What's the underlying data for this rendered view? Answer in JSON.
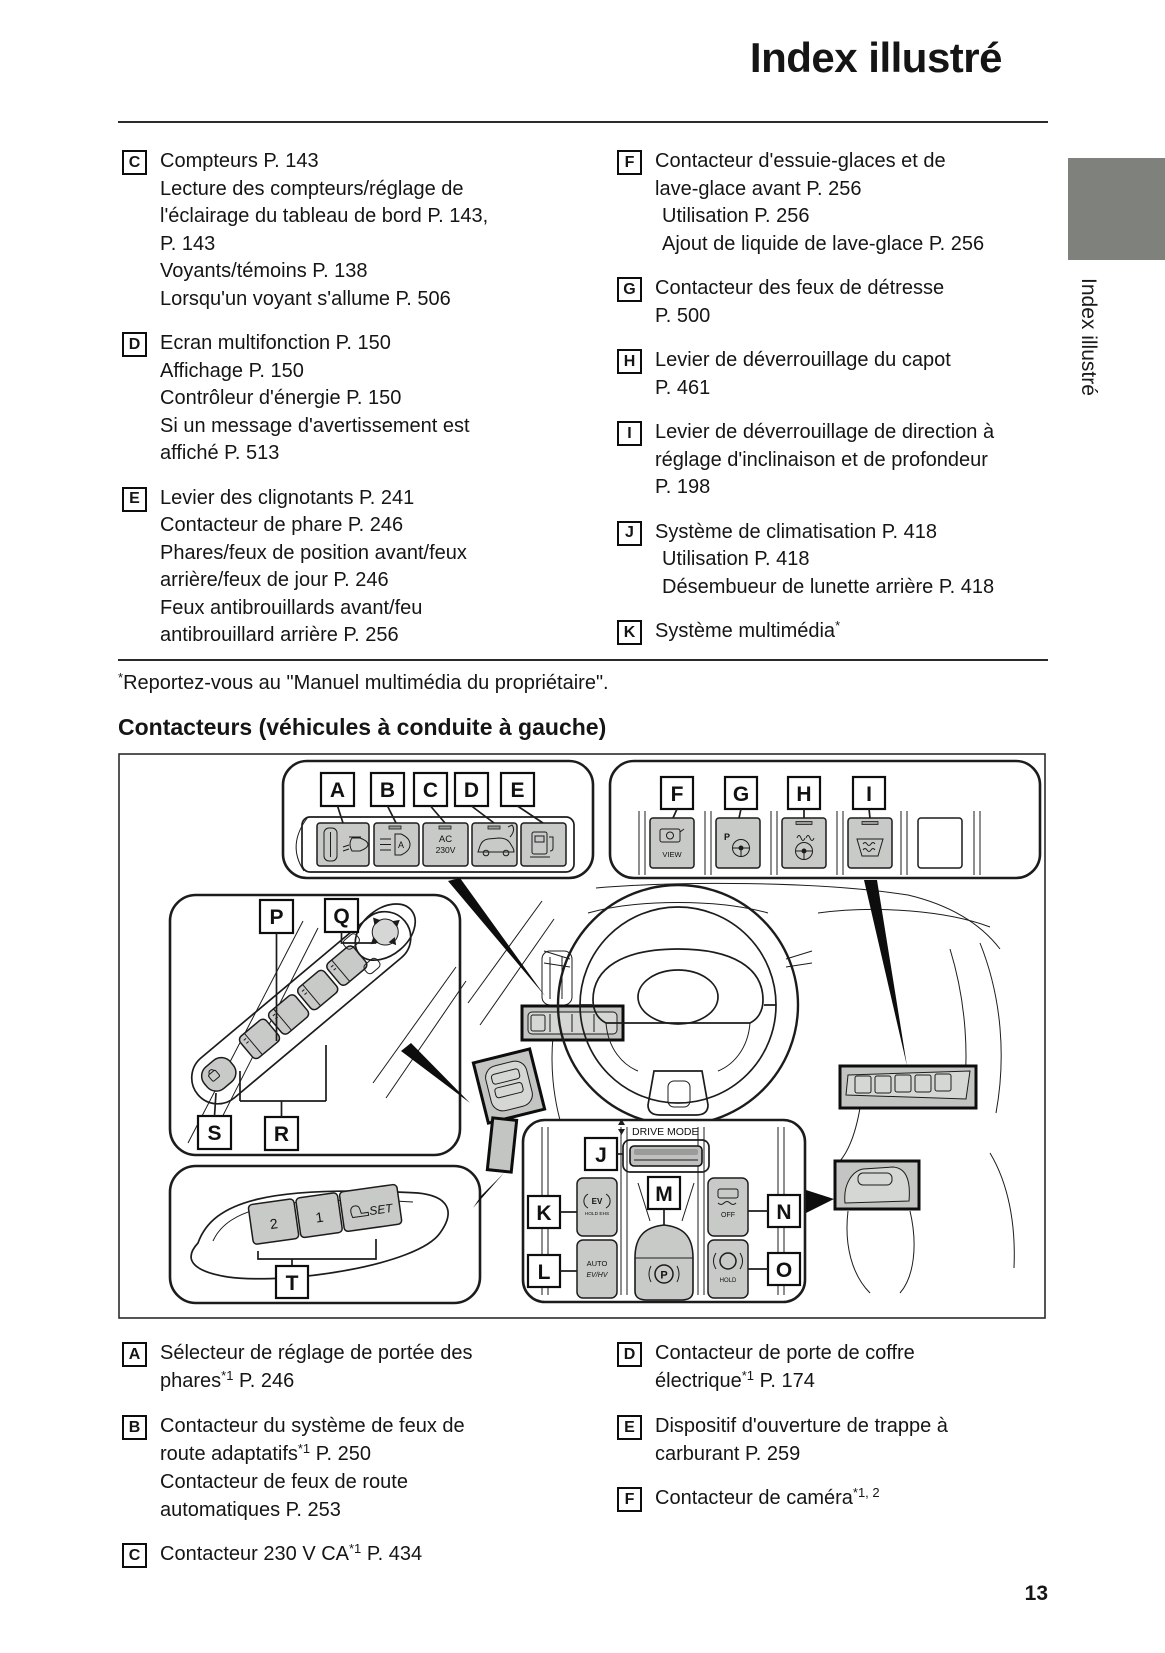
{
  "page": {
    "title": "Index illustré",
    "page_number": "13",
    "side_tab": {
      "label": "Index illustré",
      "color": "#7e817c"
    },
    "footnote": [
      {
        "sup": "*"
      },
      "Reportez-vous au \"Manuel multimédia du propriétaire\"."
    ],
    "section_heading": "Contacteurs (véhicules à conduite à gauche)"
  },
  "top_list": {
    "left": [
      {
        "letter": "C",
        "lines": [
          "Compteurs P. 143",
          "Lecture des compteurs/réglage de",
          "l'éclairage du tableau de bord P. 143,",
          "P. 143",
          "Voyants/témoins P. 138",
          "Lorsqu'un voyant s'allume P. 506"
        ]
      },
      {
        "letter": "D",
        "lines": [
          "Ecran multifonction P. 150",
          "Affichage P. 150",
          "Contrôleur d'énergie P. 150",
          "Si un message d'avertissement est",
          "affiché P. 513"
        ]
      },
      {
        "letter": "E",
        "lines": [
          "Levier des clignotants P. 241",
          "Contacteur de phare P. 246",
          "Phares/feux de position avant/feux",
          "arrière/feux de jour P. 246",
          "Feux antibrouillards avant/feu",
          "antibrouillard arrière P. 256"
        ]
      }
    ],
    "right": [
      {
        "letter": "F",
        "lines": [
          "Contacteur d'essuie-glaces et de",
          "lave-glace avant P. 256",
          {
            "indent": true,
            "text": "Utilisation P. 256"
          },
          {
            "indent": true,
            "text": "Ajout de liquide de lave-glace P. 256"
          }
        ]
      },
      {
        "letter": "G",
        "lines": [
          "Contacteur des feux de détresse",
          "P. 500"
        ]
      },
      {
        "letter": "H",
        "lines": [
          "Levier de déverrouillage du capot",
          "P. 461"
        ]
      },
      {
        "letter": "I",
        "lines": [
          "Levier de déverrouillage de direction à",
          "réglage d'inclinaison et de profondeur",
          "P. 198"
        ]
      },
      {
        "letter": "J",
        "lines": [
          "Système de climatisation P. 418",
          {
            "indent": true,
            "text": "Utilisation P. 418"
          },
          {
            "indent": true,
            "text": "Désembueur de lunette arrière P. 418"
          }
        ]
      },
      {
        "letter": "K",
        "lines": [
          {
            "segments": [
              "Système multimédia",
              {
                "sup": "*"
              }
            ]
          }
        ]
      }
    ]
  },
  "bottom_list": {
    "left": [
      {
        "letter": "A",
        "lines": [
          "Sélecteur de réglage de portée des",
          {
            "segments": [
              "phares",
              {
                "sup": "*1"
              },
              " P. 246"
            ]
          }
        ]
      },
      {
        "letter": "B",
        "lines": [
          "Contacteur du système de feux de",
          {
            "segments": [
              "route adaptatifs",
              {
                "sup": "*1"
              },
              " P. 250"
            ]
          },
          "Contacteur de feux de route",
          "automatiques P. 253"
        ]
      },
      {
        "letter": "C",
        "lines": [
          {
            "segments": [
              "Contacteur 230 V CA",
              {
                "sup": "*1"
              },
              " P. 434"
            ]
          }
        ]
      }
    ],
    "right": [
      {
        "letter": "D",
        "lines": [
          "Contacteur de porte de coffre",
          {
            "segments": [
              "électrique",
              {
                "sup": "*1"
              },
              " P. 174"
            ]
          }
        ]
      },
      {
        "letter": "E",
        "lines": [
          "Dispositif d'ouverture de trappe à",
          "carburant P. 259"
        ]
      },
      {
        "letter": "F",
        "lines": [
          {
            "segments": [
              "Contacteur de caméra",
              {
                "sup": "*1, 2"
              }
            ]
          }
        ]
      }
    ]
  },
  "diagram": {
    "callouts": {
      "A": "A",
      "B": "B",
      "C": "C",
      "D": "D",
      "E": "E",
      "F": "F",
      "G": "G",
      "H": "H",
      "I": "I",
      "J": "J",
      "K": "K",
      "L": "L",
      "M": "M",
      "N": "N",
      "O": "O",
      "P": "P",
      "Q": "Q",
      "R": "R",
      "S": "S",
      "T": "T"
    },
    "labels": {
      "drive_mode": "DRIVE MODE",
      "ac_line1": "AC",
      "ac_line2": "230V",
      "view": "VIEW",
      "park": "P",
      "auto_beam": "A",
      "vsc_off": "OFF",
      "brake_hold": "HOLD",
      "ev_mode": "EV",
      "ev_sub": "HOLD EHS",
      "auto_mode": "AUTO",
      "ev_hv": "EV/HV",
      "seat_2": "2",
      "seat_1": "1",
      "seat_set": "SET",
      "brake_p": "P"
    }
  }
}
